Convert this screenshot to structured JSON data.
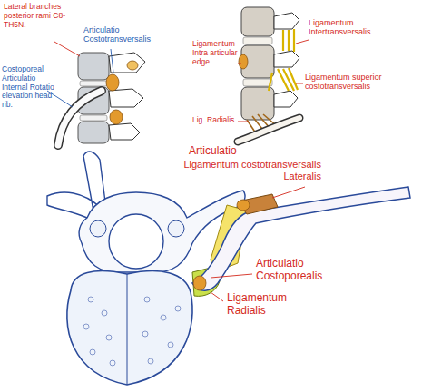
{
  "diagram": {
    "labels": [
      "Lateral branches posterior rami C8-TH5N.",
      "Articulatio Costotransversalis",
      "Costoporeal Articulatio Internal Rotatio elevation head rib.",
      "Ligamentum Intertransversalis",
      "Ligamentum Intra articular edge",
      "Ligamentum superior costotransversalis",
      "Lig. Radialis",
      "Articulatio",
      "Ligamentum costotransversalis Lateralis",
      "Articulatio Costoporealis",
      "Ligamentum Radialis"
    ]
  }
}
